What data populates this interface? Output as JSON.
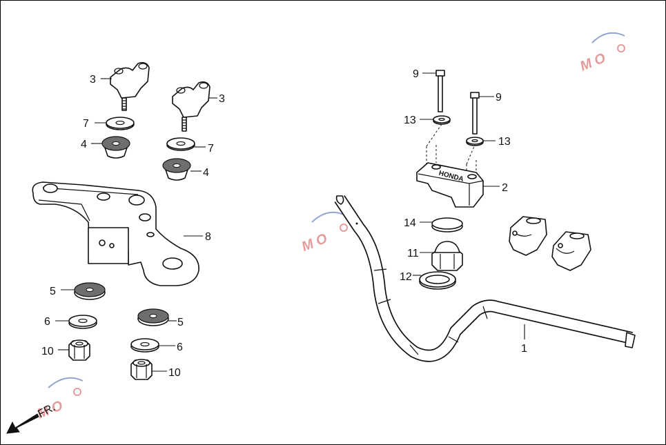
{
  "diagram": {
    "callouts": {
      "c1": "1",
      "c2": "2",
      "c3a": "3",
      "c3b": "3",
      "c4a": "4",
      "c4b": "4",
      "c5a": "5",
      "c5b": "5",
      "c6a": "6",
      "c6b": "6",
      "c7a": "7",
      "c7b": "7",
      "c8": "8",
      "c9a": "9",
      "c9b": "9",
      "c10a": "10",
      "c10b": "10",
      "c11": "11",
      "c12": "12",
      "c13a": "13",
      "c13b": "13",
      "c14": "14"
    },
    "direction_label": "FR.",
    "upper_clamp_mark": "HONDA"
  },
  "watermark": {
    "text": "MOTO",
    "color": "#d24a4a",
    "accent": "#3a5bb0"
  }
}
